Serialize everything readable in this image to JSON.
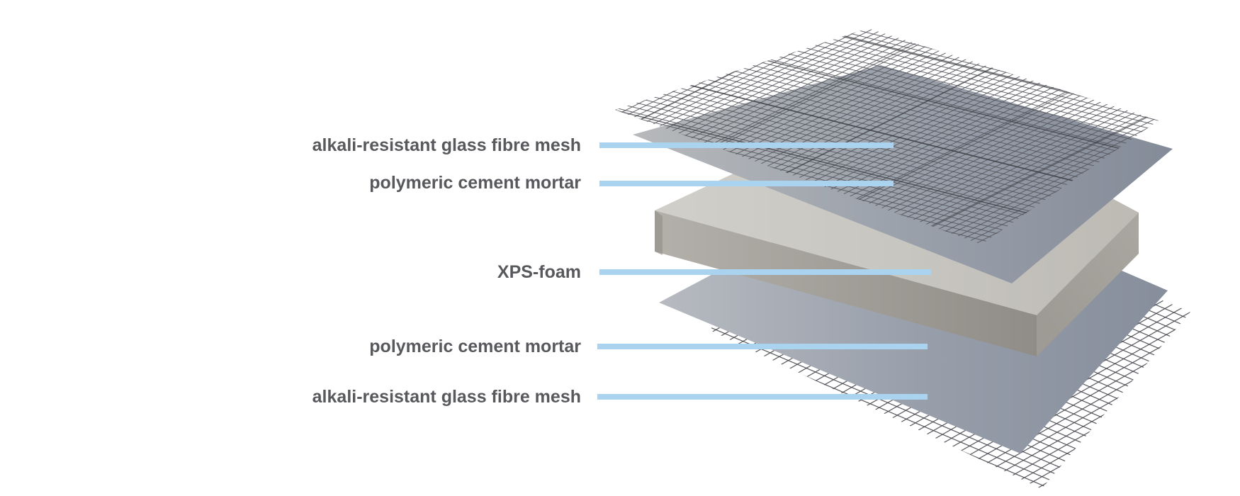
{
  "diagram": {
    "layers": [
      {
        "id": "top-mesh",
        "label": "alkali-resistant glass fibre mesh"
      },
      {
        "id": "top-mortar",
        "label": "polymeric cement mortar"
      },
      {
        "id": "xps-foam",
        "label": "XPS-foam"
      },
      {
        "id": "bottom-mortar",
        "label": "polymeric cement mortar"
      },
      {
        "id": "bottom-mesh",
        "label": "alkali-resistant glass fibre mesh"
      }
    ],
    "colors": {
      "background": "#ffffff",
      "leader_line": "#a9d3ee",
      "label_text": "#58595c",
      "mesh_line": "#54555c",
      "bottom_mesh_line": "#45464c",
      "mortar_light": "#b6b8ba",
      "mortar_dark": "#858c99",
      "foam_top": "#c8c6c0",
      "foam_front": "#a8a59f",
      "foam_side": "#9e9b95"
    }
  }
}
